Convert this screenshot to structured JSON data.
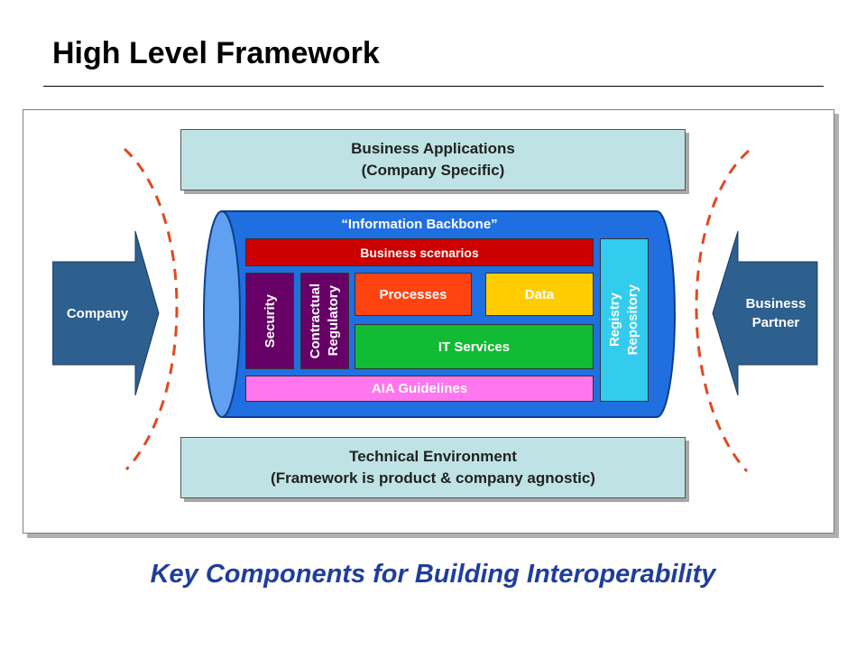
{
  "title": "High Level Framework",
  "top_box": {
    "line1": "Business Applications",
    "line2": "(Company Specific)"
  },
  "bottom_box": {
    "line1": "Technical Environment",
    "line2": "(Framework is product & company agnostic)"
  },
  "backbone": {
    "label": "“Information Backbone”",
    "business_scenarios": "Business scenarios",
    "security": "Security",
    "contractual_line1": "Contractual",
    "contractual_line2": "Regulatory",
    "processes": "Processes",
    "data": "Data",
    "it_services": "IT Services",
    "aia_guidelines": "AIA Guidelines",
    "registry_line1": "Registry",
    "registry_line2": "Repository"
  },
  "left_arrow": {
    "label": "Company"
  },
  "right_arrow": {
    "line1": "Business",
    "line2": "Partner"
  },
  "footer": "Key Components for Building Interoperability",
  "colors": {
    "backbone_blue": "#1f6fe0",
    "cap_blue": "#5fa0f0",
    "scenarios_red": "#cc0000",
    "security_purple": "#660066",
    "processes_orange": "#ff4411",
    "data_yellow": "#ffcc00",
    "it_services_green": "#11bb33",
    "aia_pink": "#ff77ee",
    "registry_cyan": "#33ccee",
    "arrow_blue": "#2d5f8f",
    "dash_orange": "#e04a1f",
    "footer_navy": "#1f3e9a",
    "light_box": "#bfe3e4"
  }
}
